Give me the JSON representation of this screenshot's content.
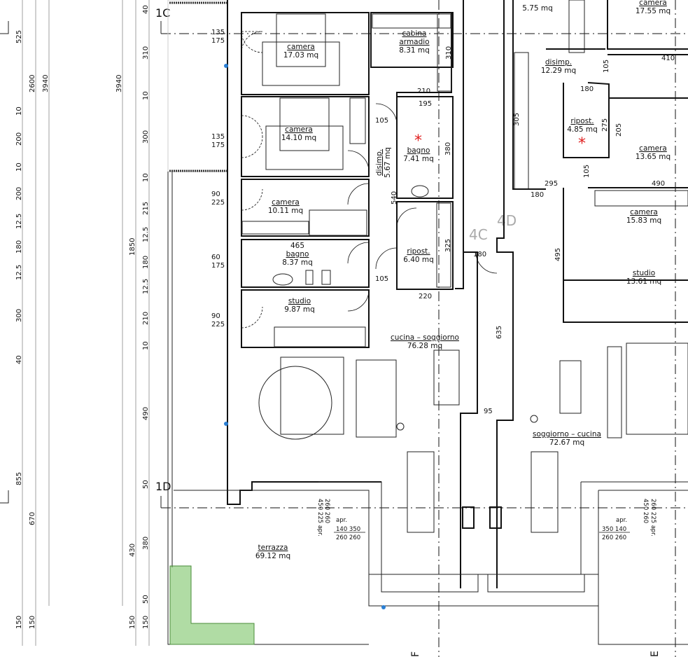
{
  "dims_left": [
    "525",
    "10",
    "200",
    "10",
    "200",
    "12.5",
    "180",
    "12.5",
    "300",
    "40",
    "855",
    "150"
  ],
  "dims_col2": [
    "2600",
    "670",
    "150"
  ],
  "dims_col3": [
    "3940"
  ],
  "dims_col4": [
    "3940"
  ],
  "dims_col5": [
    "1850",
    "430",
    "150"
  ],
  "dims_col6": [
    "40",
    "310",
    "10",
    "300",
    "10",
    "215",
    "12.5",
    "180",
    "12.5",
    "210",
    "10",
    "490",
    "50",
    "380",
    "50",
    "150"
  ],
  "openings": [
    [
      "135",
      "175"
    ],
    [
      "135",
      "175"
    ],
    [
      "90",
      "225"
    ],
    [
      "60",
      "175"
    ],
    [
      "90",
      "225"
    ]
  ],
  "section_markers": {
    "c1": "1C",
    "d1": "1D",
    "c4": "4C",
    "d4": "4D",
    "f": "F",
    "e": "E"
  },
  "rooms": {
    "camera1": {
      "name": "camera",
      "area": "17.03 mq"
    },
    "camera2": {
      "name": "camera",
      "area": "14.10 mq"
    },
    "camera3": {
      "name": "camera",
      "area": "10.11 mq"
    },
    "bagno1": {
      "name": "bagno",
      "area": "8.37 mq",
      "dim": "465"
    },
    "studio1": {
      "name": "studio",
      "area": "9.87 mq"
    },
    "cabina": {
      "name1": "cabina",
      "name2": "armadio",
      "area": "8.31 mq"
    },
    "bagno2": {
      "name": "bagno",
      "area": "7.41 mq"
    },
    "disimp1": {
      "name": "disimp.",
      "area": "5.67 mq"
    },
    "ripost1": {
      "name": "ripost.",
      "area": "6.40 mq"
    },
    "cucina1": {
      "name": "cucina – soggiorno",
      "area": "76.28 mq"
    },
    "bagno3": {
      "area": "5.75 mq"
    },
    "camera4": {
      "name": "camera",
      "area": "17.55 mq"
    },
    "disimp2": {
      "name": "disimp.",
      "area": "12.29 mq"
    },
    "ripost2": {
      "name": "ripost.",
      "area": "4.85 mq"
    },
    "camera5": {
      "name": "camera",
      "area": "13.65 mq"
    },
    "camera6": {
      "name": "camera",
      "area": "15.83 mq"
    },
    "studio2": {
      "name": "studio",
      "area": "13.61 mq"
    },
    "soggiorno2": {
      "name": "soggiorno – cucina",
      "area": "72.67 mq"
    },
    "terrazza": {
      "name": "terrazza",
      "area": "69.12 mq"
    }
  },
  "inner_dims": {
    "a210": "210",
    "a195": "195",
    "a105a": "105",
    "a380": "380",
    "a310": "310",
    "a540": "540",
    "a325": "325",
    "a105b": "105",
    "a220": "220",
    "a635": "635",
    "a180": "180",
    "a95": "95",
    "b105a": "105",
    "b410": "410",
    "b180": "180",
    "b275": "275",
    "b305": "305",
    "b205": "205",
    "b105b": "105",
    "b490": "490",
    "b295": "295",
    "b180b": "180",
    "b495": "495"
  },
  "window_left": {
    "apr": "apr.",
    "top": "140  350",
    "bottom": "260  260",
    "v1": "260  260",
    "v2": "450  225  apr."
  },
  "window_right": {
    "apr": "apr.",
    "top": "350  140",
    "bottom": "260  260",
    "v1": "450  260",
    "v2": "260  225  apr."
  },
  "colors": {
    "wall": "#111111",
    "dim": "#888888",
    "marker": "#aaaaaa",
    "planter": "#6fbf5a",
    "star": "#e02020",
    "dot": "#2a7fd4"
  }
}
